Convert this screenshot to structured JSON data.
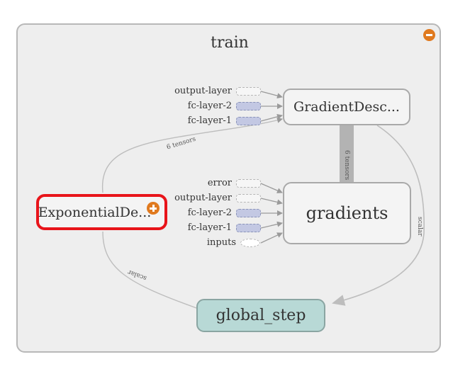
{
  "group": {
    "title": "train",
    "collapse_icon": "minus-circle-icon"
  },
  "nodes": {
    "gradient_descent": "GradientDesc...",
    "gradients": "gradients",
    "exponential_decay": "ExponentialDe...",
    "global_step": "global_step"
  },
  "expand_icon": "plus-circle-icon",
  "gd_inputs": [
    "output-layer",
    "fc-layer-2",
    "fc-layer-1"
  ],
  "grad_inputs": [
    "error",
    "output-layer",
    "fc-layer-2",
    "fc-layer-1",
    "inputs"
  ],
  "edge_labels": {
    "exp_to_gd": "6 tensors",
    "grad_to_gd": "6 tensors",
    "gd_to_gs": "scalar",
    "exp_to_gs": "scalar"
  },
  "colors": {
    "container": "#eeeeee",
    "node": "#f4f4f4",
    "selected_border": "#e8141a",
    "global_step_fill": "#b8d9d6",
    "icon_orange": "#e07a1f",
    "edge": "#bdbdbd"
  }
}
